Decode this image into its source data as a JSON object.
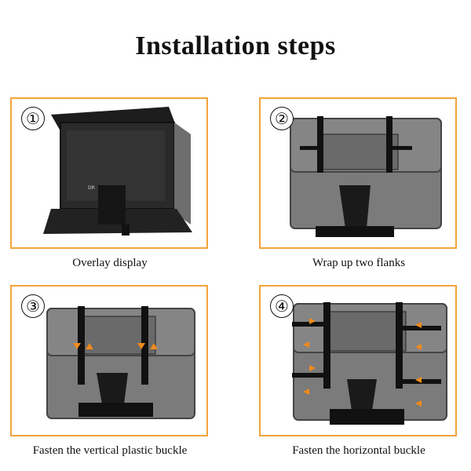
{
  "title": "Installation steps",
  "steps": [
    {
      "number": "①",
      "caption": "Overlay display"
    },
    {
      "number": "②",
      "caption": "Wrap up two flanks"
    },
    {
      "number": "③",
      "caption": "Fasten the vertical plastic buckle"
    },
    {
      "number": "④",
      "caption": "Fasten the horizontal buckle"
    }
  ],
  "colors": {
    "frame": "#f2a33a",
    "cover_gray": "#7d7d7d",
    "strap": "#111111",
    "arrow": "#f08a1c"
  },
  "icons": {
    "step_image_1": "monitor-cover-open-image",
    "step_image_2": "monitor-cover-flaps-image",
    "step_image_3": "monitor-cover-vertical-buckle-image",
    "step_image_4": "monitor-cover-horizontal-buckle-image"
  }
}
